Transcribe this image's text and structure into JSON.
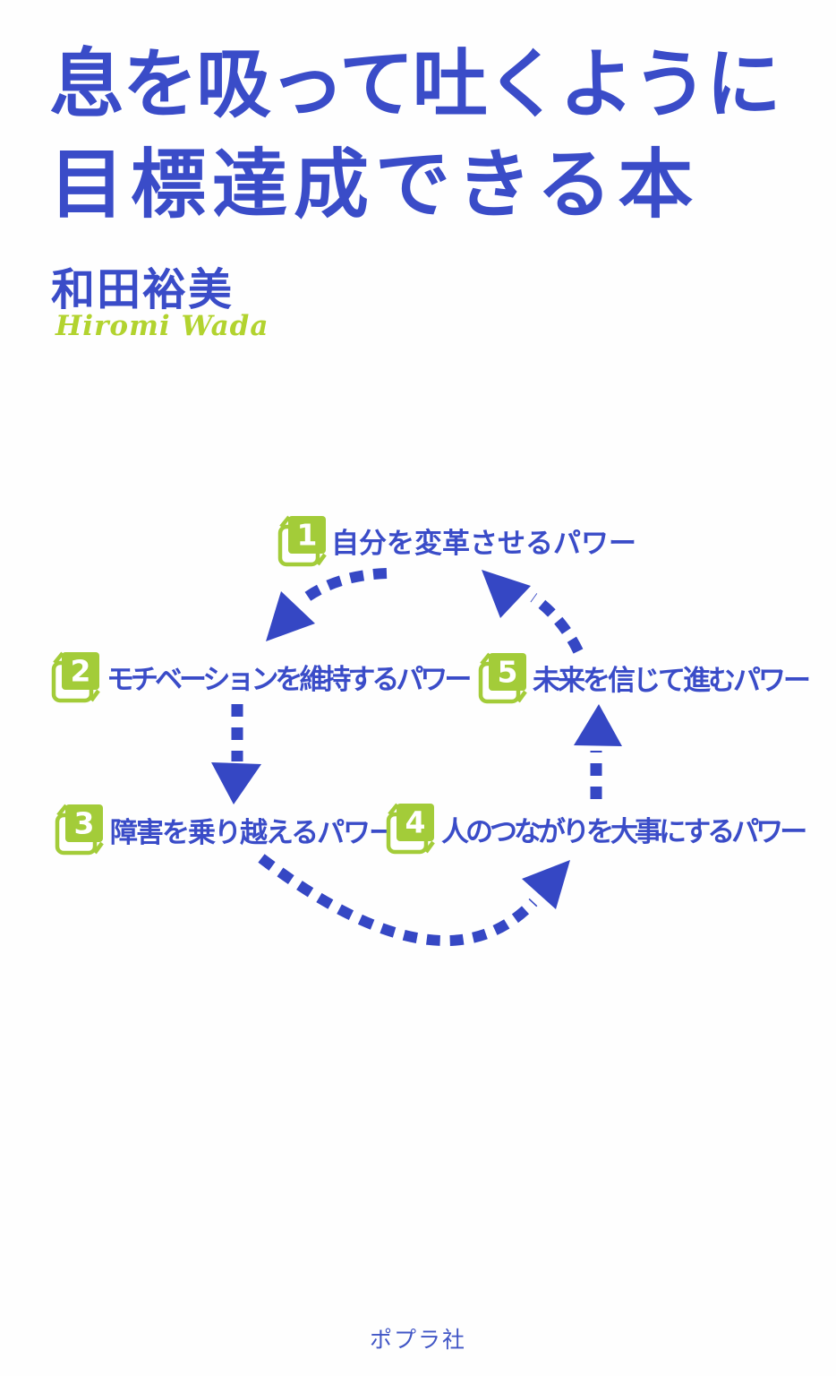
{
  "cover": {
    "title_line1": "息を吸って吐くように",
    "title_line2": "目標達成できる本",
    "author": "和田裕美",
    "author_romaji": "Hiromi Wada",
    "publisher": "ポプラ社"
  },
  "colors": {
    "text_blue": "#3a4cc8",
    "arrow_blue": "#3547c4",
    "badge_green": "#a3cc39",
    "romaji_green": "#b2d32f",
    "background": "#fefefe"
  },
  "diagram": {
    "description": "five-power cycle diagram, flow 1→2→3→4→5→1",
    "items": [
      {
        "number": "1",
        "label": "自分を変革させるパワー"
      },
      {
        "number": "2",
        "label": "モチベーションを維持するパワー"
      },
      {
        "number": "3",
        "label": "障害を乗り越えるパワー"
      },
      {
        "number": "4",
        "label": "人のつながりを大事にするパワー"
      },
      {
        "number": "5",
        "label": "未来を信じて進むパワー"
      }
    ]
  }
}
